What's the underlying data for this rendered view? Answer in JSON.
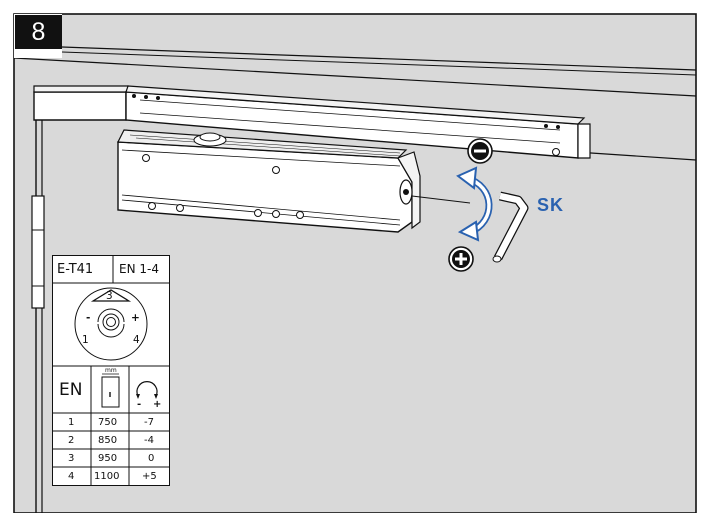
{
  "step": {
    "number": "8"
  },
  "tool": {
    "label": "SK"
  },
  "adjust": {
    "minus_symbol": "−",
    "plus_symbol": "+"
  },
  "table": {
    "model": "E-T41",
    "range": "EN 1-4",
    "dial": {
      "top": "3",
      "left": "1",
      "right": "4",
      "minus": "-",
      "plus": "+"
    },
    "header": {
      "en": "EN",
      "door_width_unit": "mm",
      "minus": "-",
      "plus": "+"
    },
    "rows": [
      {
        "en": "1",
        "width": "750",
        "adjust": "-7"
      },
      {
        "en": "2",
        "width": "850",
        "adjust": "-4"
      },
      {
        "en": "3",
        "width": "950",
        "adjust": "0"
      },
      {
        "en": "4",
        "width": "1100",
        "adjust": "+5"
      }
    ]
  },
  "colors": {
    "accent": "#2a62b0",
    "wall": "#d9d9d9",
    "line": "#111111"
  }
}
